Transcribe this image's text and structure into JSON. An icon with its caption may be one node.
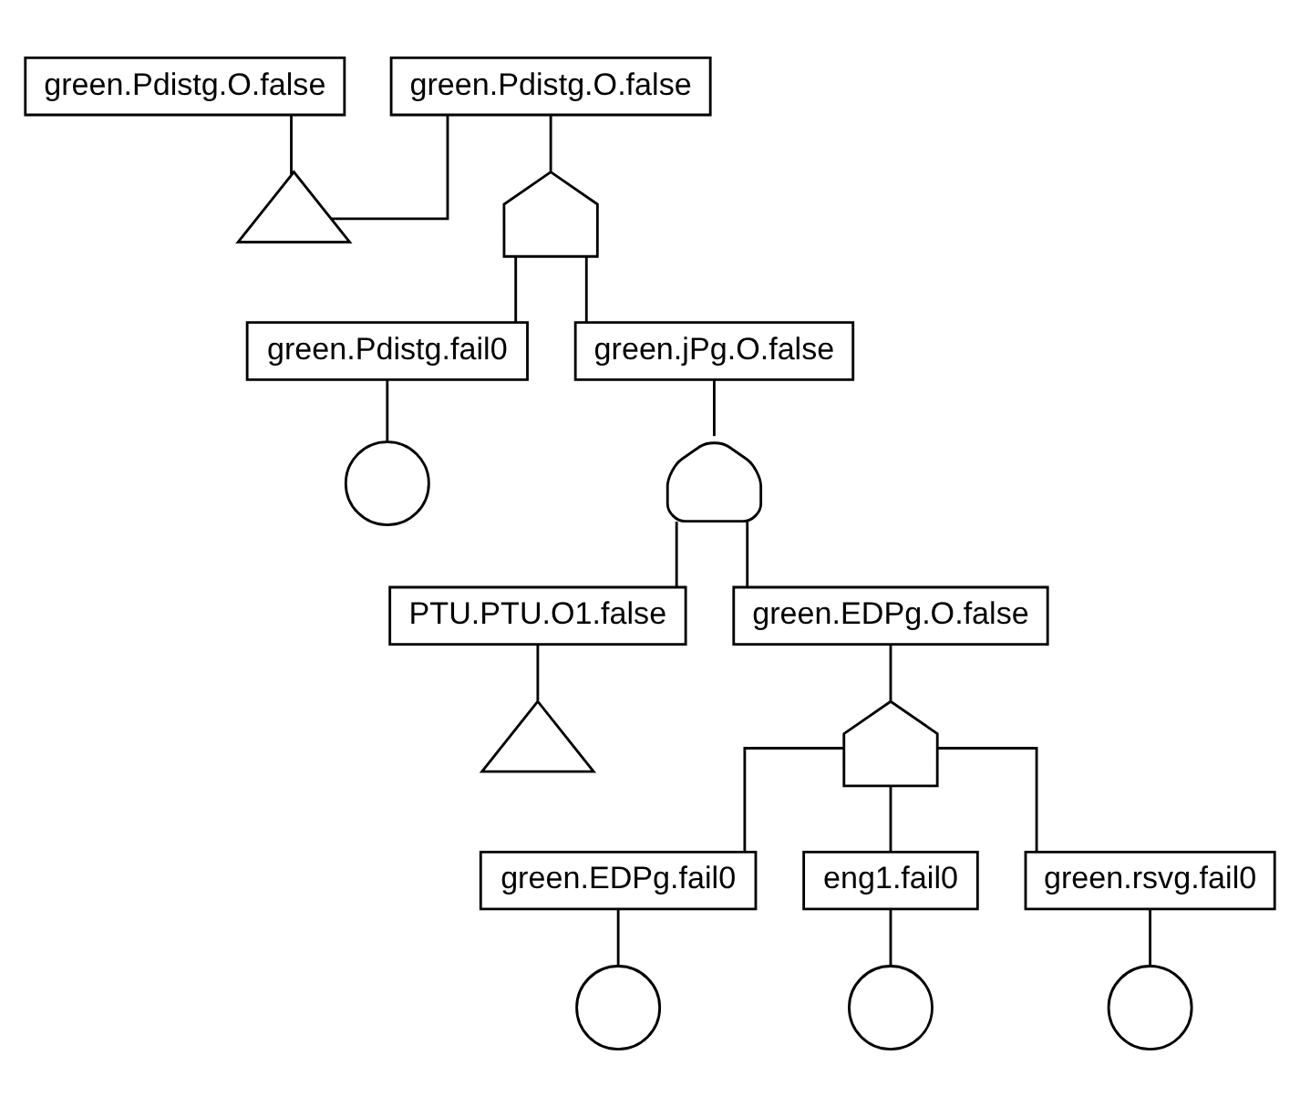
{
  "diagram": {
    "nodes": [
      {
        "text": [
          "green.Pdistg.O.false"
        ]
      },
      {
        "text": [],
        "shape": "triangle"
      },
      {
        "text": [
          "green.Pdistg.O.false"
        ]
      },
      {
        "text": [],
        "shape": "or-gate"
      },
      {
        "text": [
          "green.Pdistg.fail0"
        ]
      },
      {
        "text": [],
        "shape": "circle"
      },
      {
        "text": [
          "green.jPg.O.false"
        ]
      },
      {
        "text": [],
        "shape": "and-gate"
      },
      {
        "text": [
          "PTU.PTU.O1.false"
        ]
      },
      {
        "text": [],
        "shape": "triangle"
      },
      {
        "text": [
          "green.EDPg.O.false"
        ]
      },
      {
        "text": [],
        "shape": "or-gate"
      },
      {
        "text": [
          "green.EDPg.fail0"
        ]
      },
      {
        "text": [],
        "shape": "circle"
      },
      {
        "text": [
          "eng1.fail0"
        ]
      },
      {
        "text": [],
        "shape": "circle"
      },
      {
        "text": [
          "green.rsvg.fail0"
        ]
      },
      {
        "text": [],
        "shape": "circle"
      }
    ],
    "edges": [
      {
        "from": 0,
        "to": 1,
        "arrow": "none"
      },
      {
        "from": 2,
        "to": 1,
        "arrow": "none"
      },
      {
        "from": 2,
        "to": 3,
        "arrow": "none"
      },
      {
        "from": 3,
        "to": 4,
        "arrow": "none"
      },
      {
        "from": 3,
        "to": 6,
        "arrow": "none"
      },
      {
        "from": 4,
        "to": 5,
        "arrow": "none"
      },
      {
        "from": 6,
        "to": 7,
        "arrow": "none"
      },
      {
        "from": 7,
        "to": 8,
        "arrow": "none"
      },
      {
        "from": 7,
        "to": 10,
        "arrow": "none"
      },
      {
        "from": 8,
        "to": 9,
        "arrow": "none"
      },
      {
        "from": 10,
        "to": 11,
        "arrow": "none"
      },
      {
        "from": 11,
        "to": 12,
        "arrow": "none"
      },
      {
        "from": 11,
        "to": 14,
        "arrow": "none"
      },
      {
        "from": 11,
        "to": 16,
        "arrow": "none"
      },
      {
        "from": 12,
        "to": 13,
        "arrow": "none"
      },
      {
        "from": 14,
        "to": 15,
        "arrow": "none"
      },
      {
        "from": 16,
        "to": 17,
        "arrow": "none"
      }
    ]
  }
}
